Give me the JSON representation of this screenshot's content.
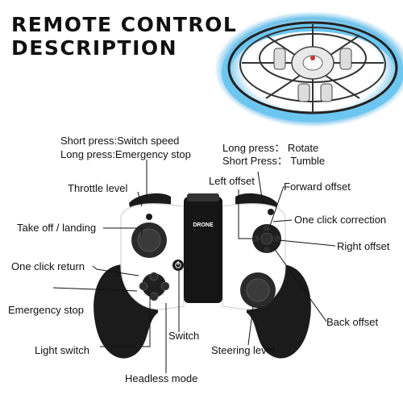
{
  "title": {
    "line1": "REMOTE CONTROL",
    "line2": "DESCRIPTION"
  },
  "labels": {
    "short_press_speed": "Short press:Switch speed",
    "long_press_stop": "Long press:Emergency stop",
    "throttle_level": "Throttle level",
    "take_off_landing": "Take off / landing",
    "one_click_return": "One click return",
    "emergency_stop": "Emergency stop",
    "light_switch": "Light switch",
    "headless_mode": "Headless mode",
    "switch": "Switch",
    "steering_level": "Steering level",
    "back_offset": "Back offset",
    "right_offset": "Right offset",
    "one_click_correction": "One click correction",
    "forward_offset": "Forward offset",
    "left_offset": "Left offset",
    "long_press_rotate": "Long press： Rotate",
    "short_press_tumble": "Short Press： Tumble"
  },
  "controller_brand": "DRONE",
  "colors": {
    "drone_glow": "#5ab8e8",
    "controller_body": "#1b1b1b",
    "controller_face": "#ffffff"
  },
  "icons": [
    "power-icon",
    "drone-product-image",
    "remote-controller-image"
  ]
}
